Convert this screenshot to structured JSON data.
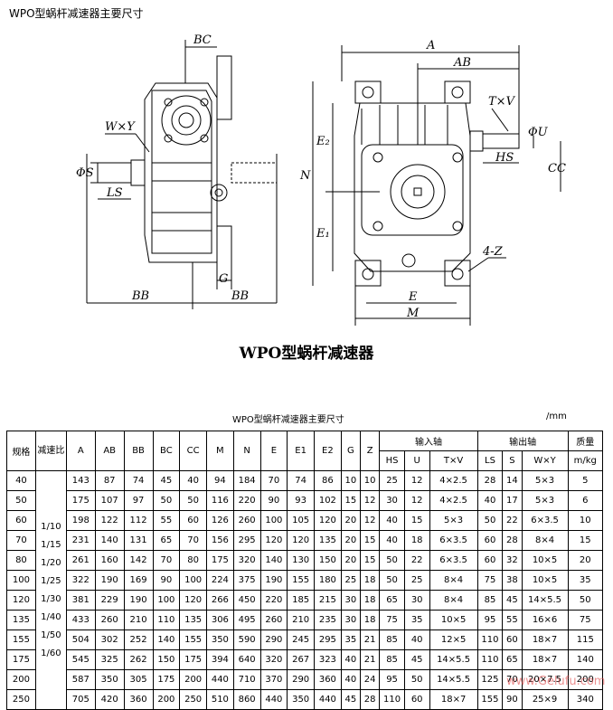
{
  "header": {
    "title": "WPO型蜗杆减速器主要尺寸"
  },
  "drawing": {
    "caption": "WPO型蜗杆减速器",
    "labels": {
      "BC": "BC",
      "A": "A",
      "AB": "AB",
      "TxV": "T×V",
      "phiU": "ΦU",
      "WxY": "W×Y",
      "phiS": "ΦS",
      "LS": "LS",
      "HS": "HS",
      "CC": "CC",
      "E2": "E₂",
      "E1": "E₁",
      "N": "N",
      "Z": "4-Z",
      "G": "G",
      "BB_left": "BB",
      "BB_right": "BB",
      "E": "E",
      "M": "M"
    }
  },
  "table": {
    "title": "WPO型蜗杆减速器主要尺寸",
    "unit": "/mm",
    "headers": {
      "spec": "规格",
      "ratio": "减速比",
      "A": "A",
      "AB": "AB",
      "BB": "BB",
      "BC": "BC",
      "CC": "CC",
      "M": "M",
      "N": "N",
      "E": "E",
      "E1": "E1",
      "E2": "E2",
      "G": "G",
      "Z": "Z",
      "input_shaft": "输入轴",
      "output_shaft": "输出轴",
      "weight": "质量",
      "HS": "HS",
      "U": "U",
      "TxV": "T×V",
      "LS": "LS",
      "S": "S",
      "WxY": "W×Y",
      "weight_unit": "m/kg"
    },
    "ratios": [
      "1/10",
      "1/15",
      "1/20",
      "1/25",
      "1/30",
      "1/40",
      "1/50",
      "1/60"
    ],
    "rows": [
      [
        "40",
        "143",
        "87",
        "74",
        "45",
        "40",
        "94",
        "184",
        "70",
        "74",
        "86",
        "10",
        "10",
        "25",
        "12",
        "4×2.5",
        "28",
        "14",
        "5×3",
        "5"
      ],
      [
        "50",
        "175",
        "107",
        "97",
        "50",
        "50",
        "116",
        "220",
        "90",
        "93",
        "102",
        "15",
        "12",
        "30",
        "12",
        "4×2.5",
        "40",
        "17",
        "5×3",
        "6"
      ],
      [
        "60",
        "198",
        "122",
        "112",
        "55",
        "60",
        "126",
        "260",
        "100",
        "105",
        "120",
        "20",
        "12",
        "40",
        "15",
        "5×3",
        "50",
        "22",
        "6×3.5",
        "10"
      ],
      [
        "70",
        "231",
        "140",
        "131",
        "65",
        "70",
        "156",
        "295",
        "120",
        "120",
        "135",
        "20",
        "15",
        "40",
        "18",
        "6×3.5",
        "60",
        "28",
        "8×4",
        "15"
      ],
      [
        "80",
        "261",
        "160",
        "142",
        "70",
        "80",
        "175",
        "320",
        "140",
        "130",
        "150",
        "20",
        "15",
        "50",
        "22",
        "6×3.5",
        "60",
        "32",
        "10×5",
        "20"
      ],
      [
        "100",
        "322",
        "190",
        "169",
        "90",
        "100",
        "224",
        "375",
        "190",
        "155",
        "180",
        "25",
        "18",
        "50",
        "25",
        "8×4",
        "75",
        "38",
        "10×5",
        "35"
      ],
      [
        "120",
        "381",
        "229",
        "190",
        "100",
        "120",
        "266",
        "450",
        "220",
        "185",
        "215",
        "30",
        "18",
        "65",
        "30",
        "8×4",
        "85",
        "45",
        "14×5.5",
        "50"
      ],
      [
        "135",
        "433",
        "260",
        "210",
        "110",
        "135",
        "306",
        "495",
        "260",
        "210",
        "235",
        "30",
        "18",
        "75",
        "35",
        "10×5",
        "95",
        "55",
        "16×6",
        "75"
      ],
      [
        "155",
        "504",
        "302",
        "252",
        "140",
        "155",
        "350",
        "590",
        "290",
        "245",
        "295",
        "35",
        "21",
        "85",
        "40",
        "12×5",
        "110",
        "60",
        "18×7",
        "115"
      ],
      [
        "175",
        "545",
        "325",
        "262",
        "150",
        "175",
        "394",
        "640",
        "320",
        "267",
        "323",
        "40",
        "21",
        "85",
        "45",
        "14×5.5",
        "110",
        "65",
        "18×7",
        "140"
      ],
      [
        "200",
        "587",
        "350",
        "305",
        "175",
        "200",
        "440",
        "710",
        "370",
        "290",
        "360",
        "40",
        "24",
        "95",
        "50",
        "14×5.5",
        "125",
        "70",
        "20×7.5",
        "200"
      ],
      [
        "250",
        "705",
        "420",
        "360",
        "200",
        "250",
        "510",
        "860",
        "440",
        "350",
        "440",
        "45",
        "28",
        "110",
        "60",
        "18×7",
        "155",
        "90",
        "25×9",
        "340"
      ]
    ]
  },
  "watermark": "www.Gelufu.com"
}
